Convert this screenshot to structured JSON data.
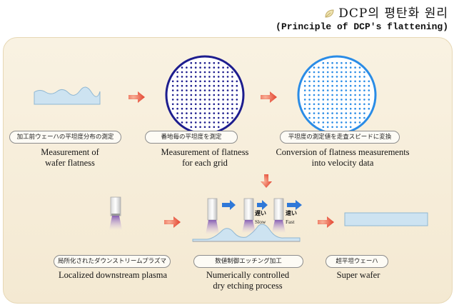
{
  "title": {
    "main": "DCP의 평탄화 원리",
    "sub": "(Principle of DCP's flattening)",
    "icon": "bullet-leaf-icon"
  },
  "steps": [
    {
      "tag": "加工前ウェーハの平坦度分布の測定",
      "caption": [
        "Measurement of",
        "wafer flatness"
      ]
    },
    {
      "tag": "番地毎の平坦度を測定",
      "caption": [
        "Measurement of flatness",
        "for each grid"
      ]
    },
    {
      "tag": "平坦度の測定値を走査スピードに変換",
      "caption": [
        "Conversion of flatness measurements",
        "into velocity data"
      ]
    },
    {
      "tag": "局所化されたダウンストリームプラズマ",
      "caption": [
        "Localized downstream plasma"
      ]
    },
    {
      "tag": "数値制御エッチング加工",
      "caption": [
        "Numerically controlled",
        "dry etching process"
      ]
    },
    {
      "tag": "超平坦ウェーハ",
      "caption": [
        "Super wafer"
      ]
    }
  ],
  "etching_labels": {
    "slow_jp": "遅い",
    "slow_en": "Slow",
    "fast_jp": "速い",
    "fast_en": "Fast"
  },
  "colors": {
    "panel": "#f6ecd8",
    "wafer": "#cde3f1",
    "grid_dark": "#1d1d8e",
    "grid_light": "#2a8ce6",
    "arrow_red": "#e03a2a",
    "arrow_blue": "#2f78d8",
    "plasma": "#a57ec8"
  }
}
